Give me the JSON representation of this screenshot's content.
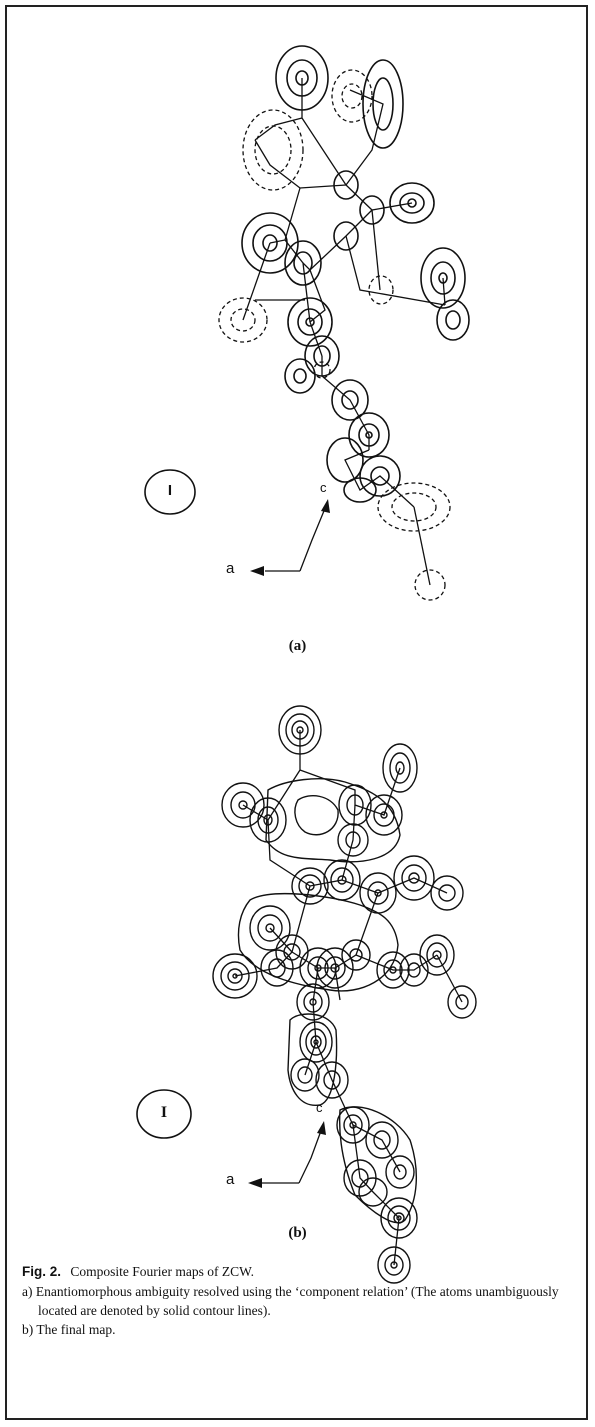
{
  "figure": {
    "panel_a": {
      "label": "(a)",
      "symbol": "I",
      "axis_a": "a",
      "axis_c": "c"
    },
    "panel_b": {
      "label": "(b)",
      "symbol": "I",
      "axis_a": "a",
      "axis_c": "c"
    },
    "caption": {
      "number": "Fig. 2.",
      "title": "Composite Fourier maps of ZCW.",
      "items": [
        "a) Enantiomorphous ambiguity resolved using the ‘component relation’ (The atoms unambiguously located are denoted by solid contour lines).",
        "b) The final map."
      ]
    }
  },
  "colors": {
    "ink": "#111111",
    "frame": "#222222",
    "paper": "#ffffff"
  }
}
